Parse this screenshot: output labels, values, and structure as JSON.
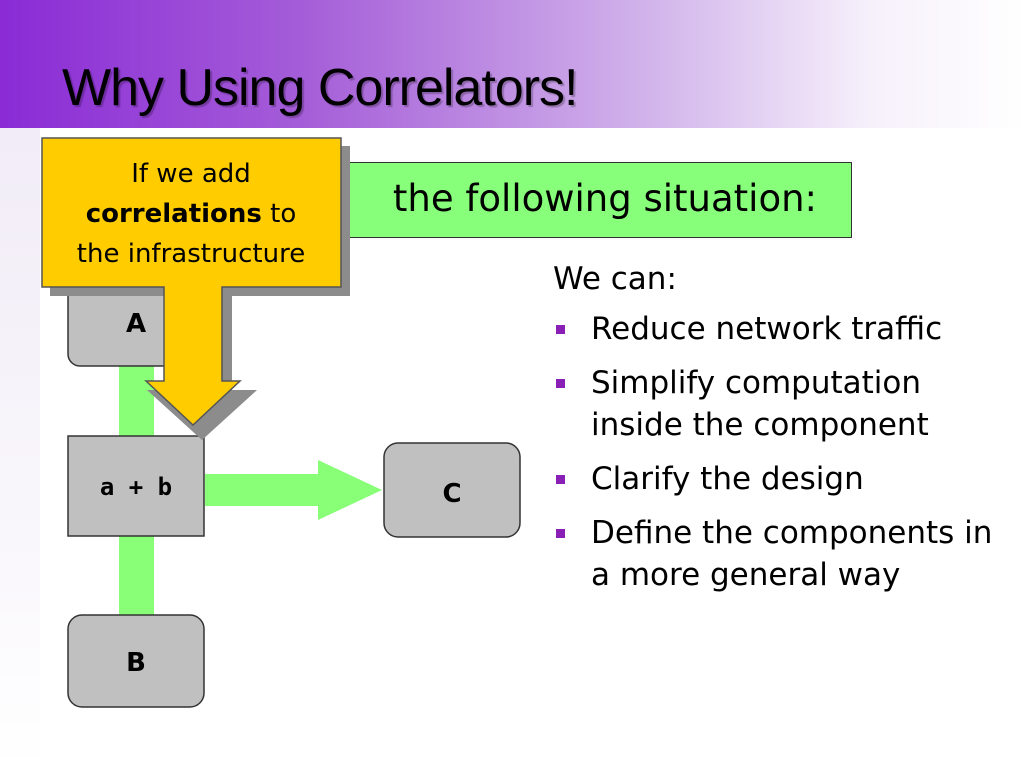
{
  "slide": {
    "title": "Why Using Correlators!",
    "banner_text": "the following situation:",
    "callout": {
      "line1": "If we add",
      "bold_word": "correlations",
      "line2_rest": " to",
      "line3": "the infrastructure"
    },
    "diagram": {
      "node_a": "A",
      "node_b": "B",
      "node_c": "C",
      "node_sum": "a + b"
    },
    "benefits": {
      "lead": "We can:",
      "items": [
        "Reduce network traffic",
        "Simplify computation inside the component",
        "Clarify the design",
        "Define the components in a more general way"
      ]
    }
  },
  "colors": {
    "accent_purple": "#8a2bd6",
    "banner_green": "#88ff7a",
    "connector_green": "#88ff77",
    "callout_yellow": "#ffcc00",
    "node_gray": "#c0c0c0",
    "bullet_purple": "#8a1fb6"
  }
}
